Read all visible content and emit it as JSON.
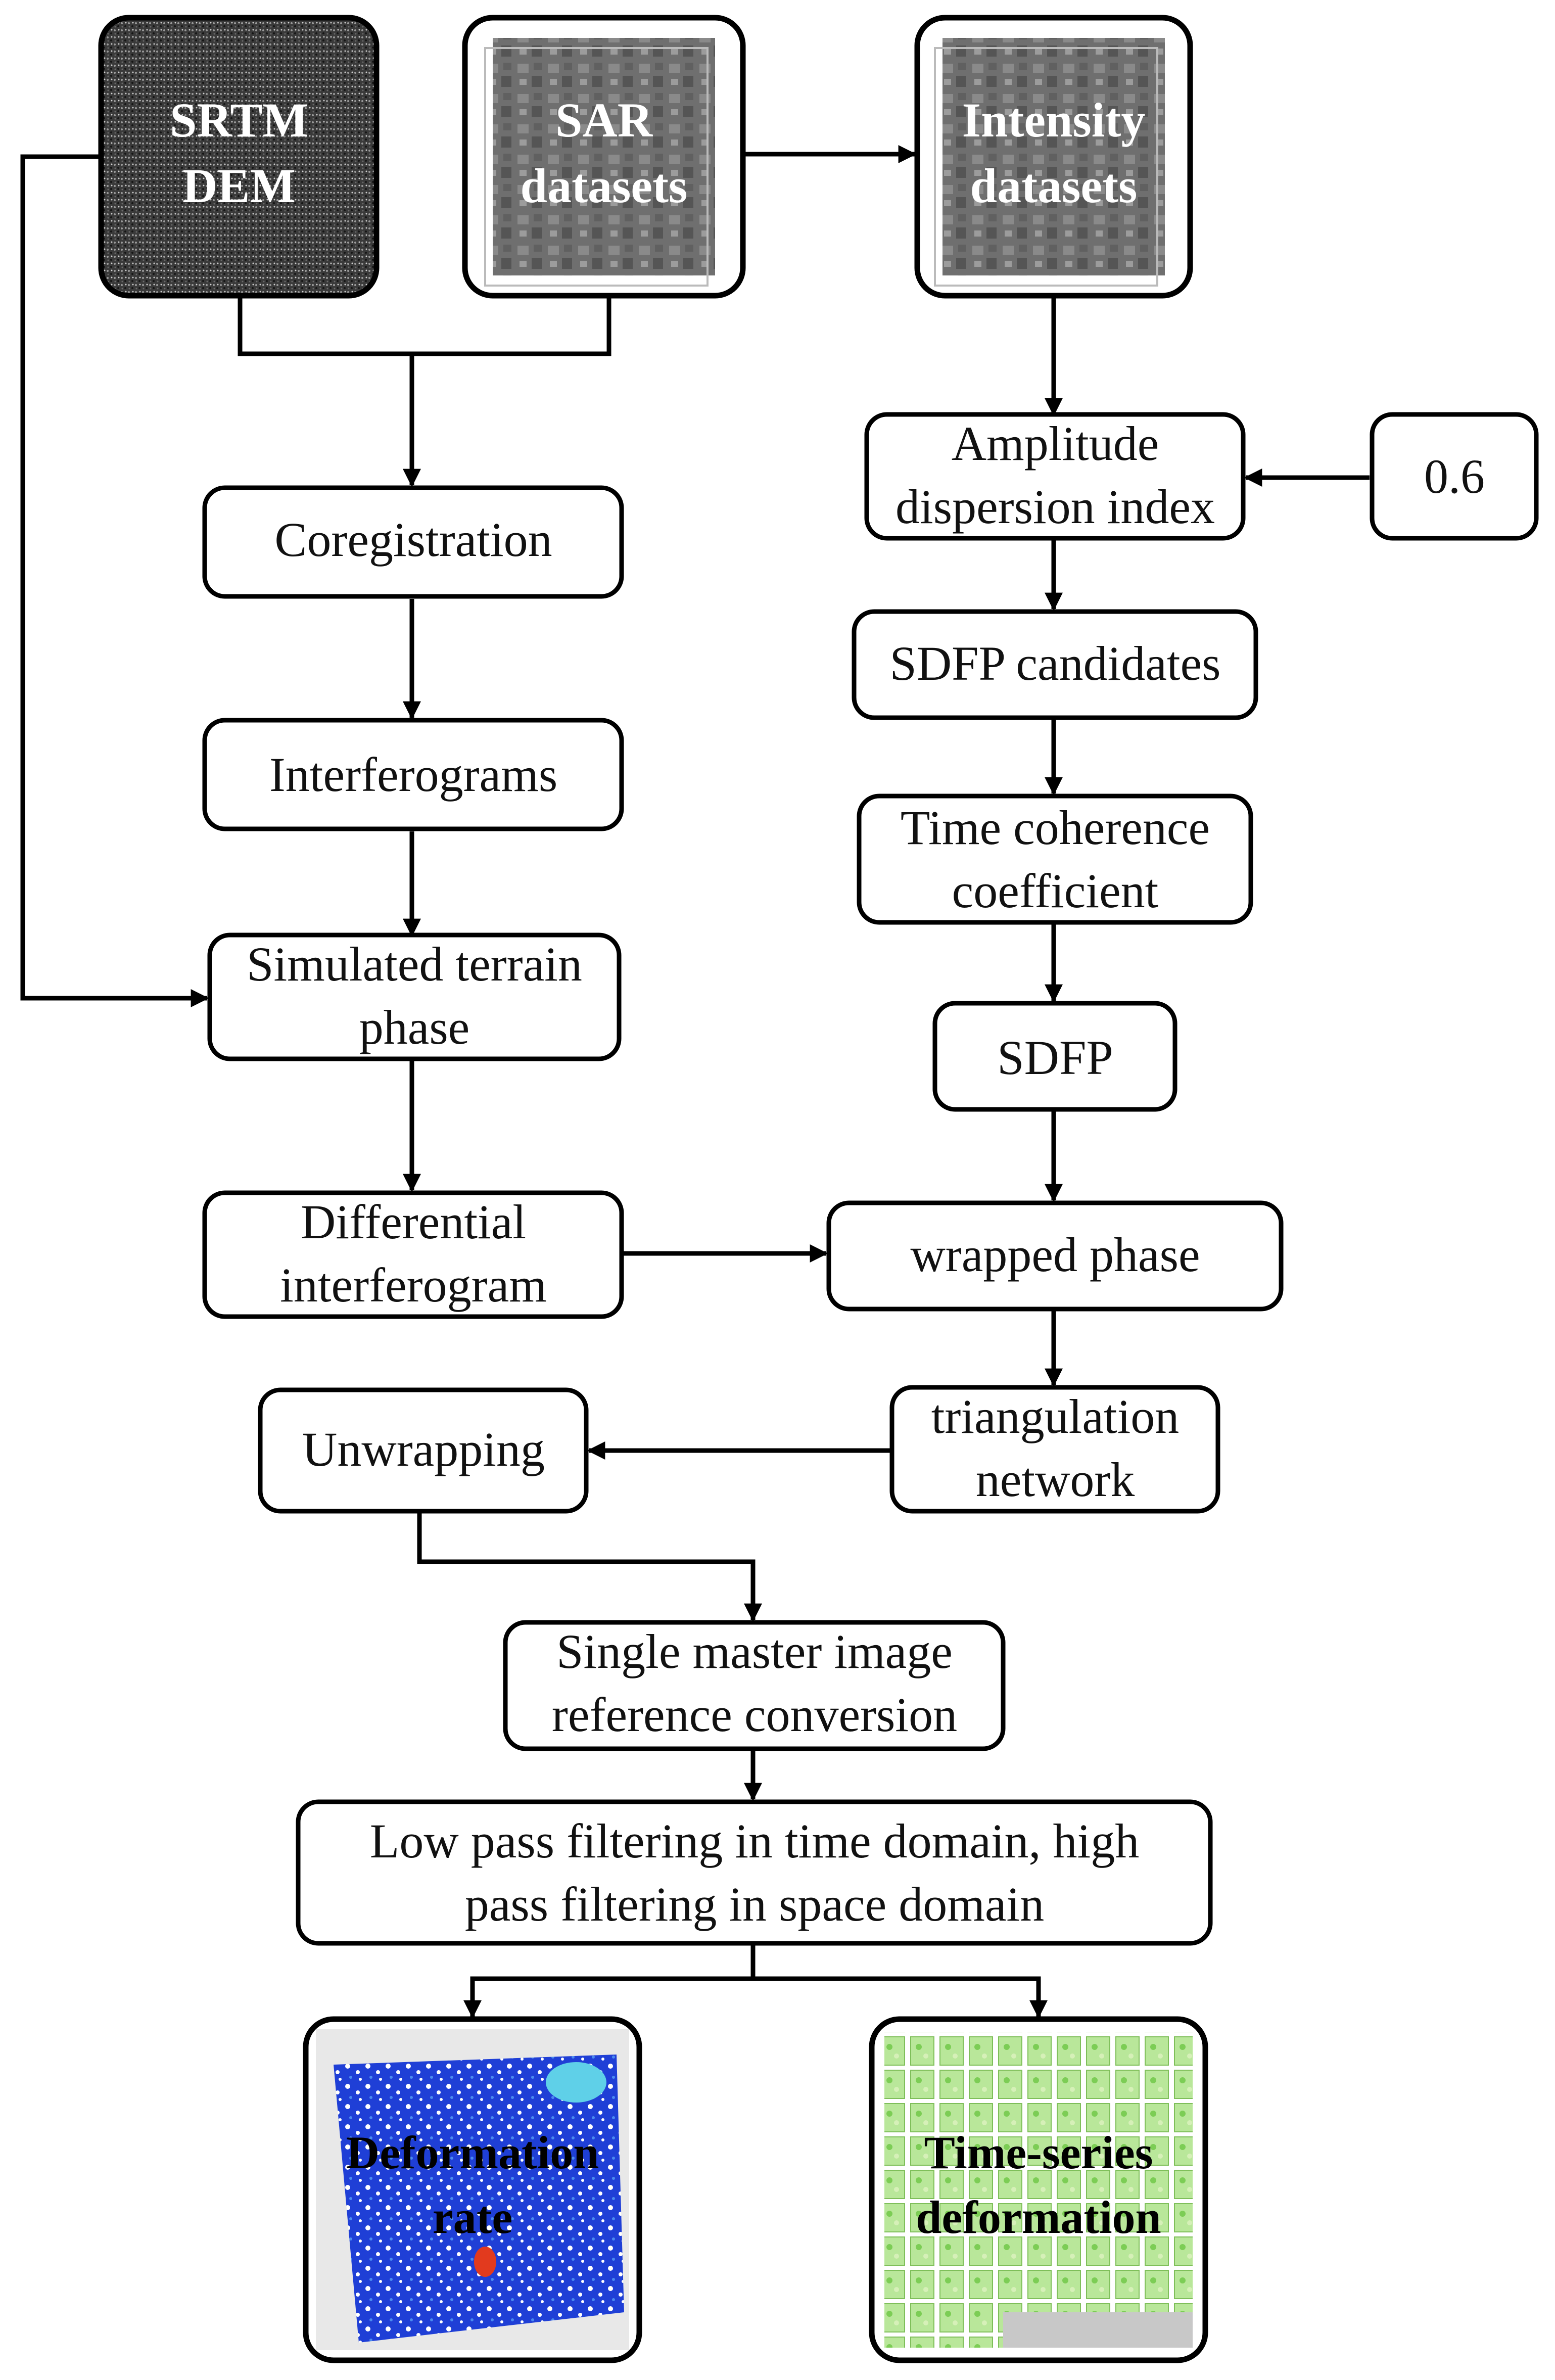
{
  "nodes": {
    "srtm_dem": {
      "line1": "SRTM",
      "line2": "DEM"
    },
    "sar_datasets": {
      "line1": "SAR",
      "line2": "datasets"
    },
    "intensity_datasets": {
      "line1": "Intensity",
      "line2": "datasets"
    },
    "coregistration": {
      "line1": "Coregistration"
    },
    "interferograms": {
      "line1": "Interferograms"
    },
    "simulated_terrain_phase": {
      "line1": "Simulated terrain",
      "line2": "phase"
    },
    "differential_interferogram": {
      "line1": "Differential",
      "line2": "interferogram"
    },
    "amplitude_dispersion_index": {
      "line1": "Amplitude",
      "line2": "dispersion index"
    },
    "threshold": {
      "line1": "0.6"
    },
    "sdfp_candidates": {
      "line1": "SDFP candidates"
    },
    "time_coherence_coefficient": {
      "line1": "Time coherence",
      "line2": "coefficient"
    },
    "sdfp": {
      "line1": "SDFP"
    },
    "wrapped_phase": {
      "line1": "wrapped phase"
    },
    "triangulation_network": {
      "line1": "triangulation",
      "line2": "network"
    },
    "unwrapping": {
      "line1": "Unwrapping"
    },
    "single_master_conversion": {
      "line1": "Single master image",
      "line2": "reference conversion"
    },
    "filtering": {
      "line1": "Low pass filtering in time domain,  high",
      "line2": "pass filtering in space domain"
    },
    "deformation_rate": {
      "line1": "Deformation",
      "line2": "rate"
    },
    "time_series_deformation": {
      "line1": "Time-series",
      "line2": "deformation"
    }
  },
  "colors": {
    "stroke": "#000000",
    "dem_texture": "#2a2a2a",
    "sar_texture": "#6f6f6f",
    "rate_map_blue": "#1f3fd6",
    "series_green": "#a8e07a"
  }
}
